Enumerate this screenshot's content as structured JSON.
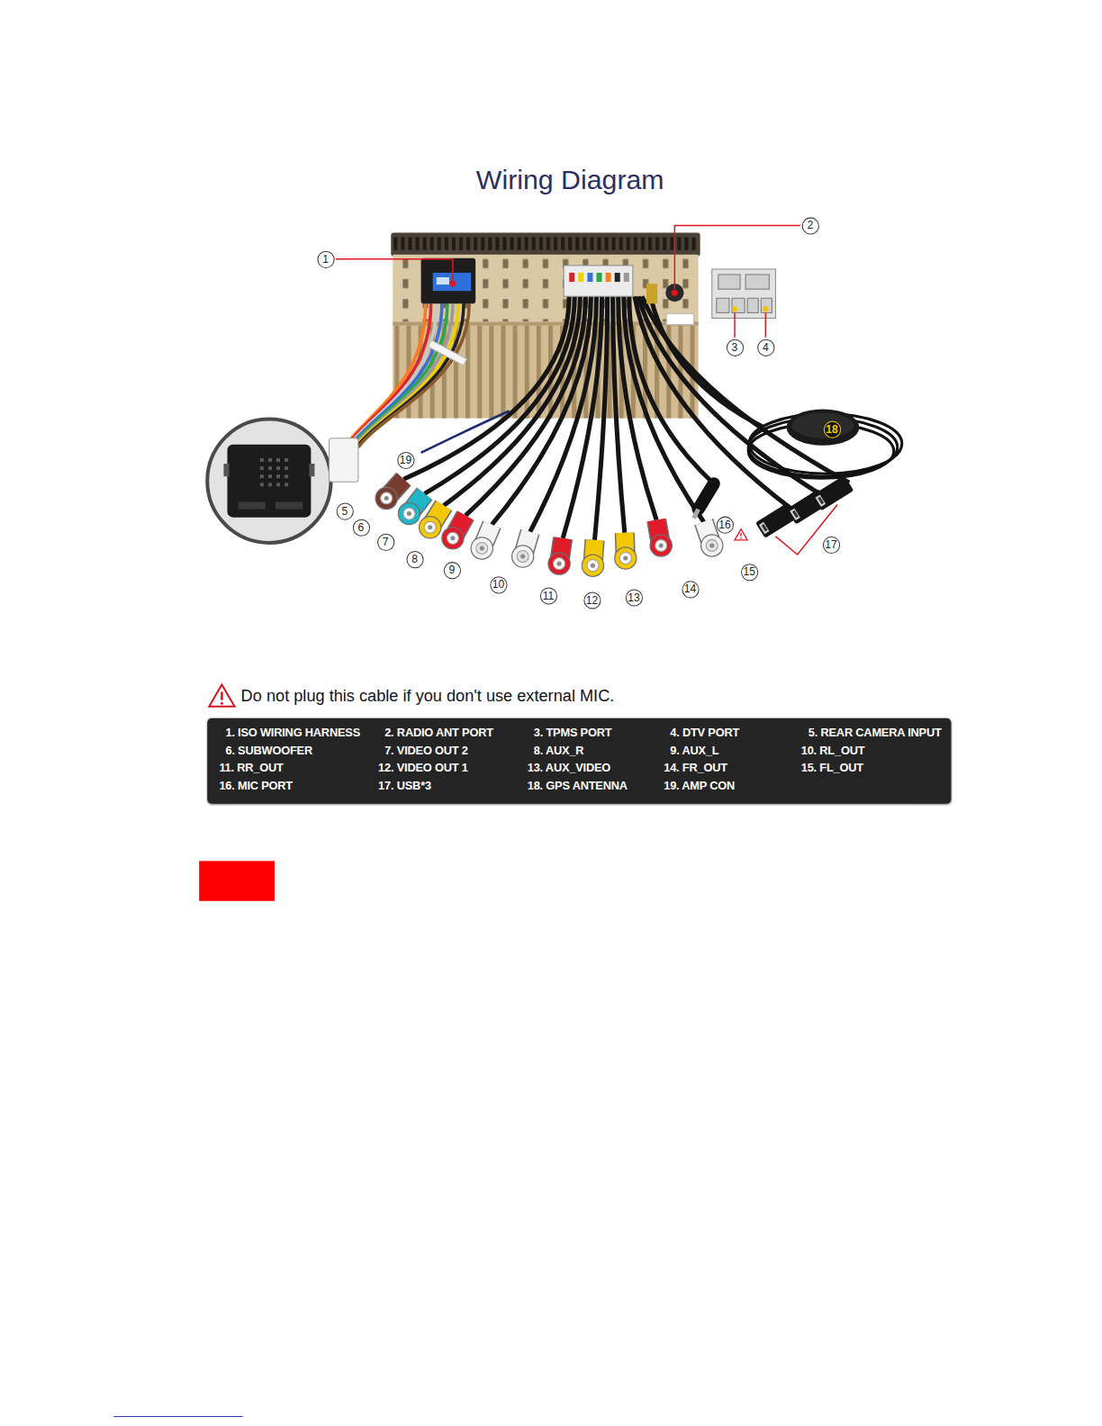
{
  "diagram": {
    "title": "Wiring Diagram",
    "nodes": [
      {
        "text": [
          "1. ISO WIRING HARNESS",
          "2. RADIO ANT PORT",
          "3. TPMS PORT",
          "4. DTV PORT",
          "5. REAR CAMERA INPUT",
          "6. SUBWOOFER",
          "7. VIDEO OUT 2",
          "8. AUX_R",
          "9. AUX_L",
          "10. RL_OUT",
          "11. RR_OUT",
          "12. VIDEO OUT 1",
          "13. AUX_VIDEO",
          "14. FR_OUT",
          "15. FL_OUT",
          "16. MIC PORT",
          "17. USB*3",
          "18. GPS ANTENNA",
          "19. AMP CON"
        ]
      }
    ],
    "labels": [
      "1",
      "2",
      "3",
      "4",
      "5",
      "6",
      "7",
      "8",
      "9",
      "10",
      "11",
      "12",
      "13",
      "14",
      "15",
      "16",
      "17",
      "18",
      "19",
      "Do not plug this cable if you don't use external MIC."
    ]
  }
}
